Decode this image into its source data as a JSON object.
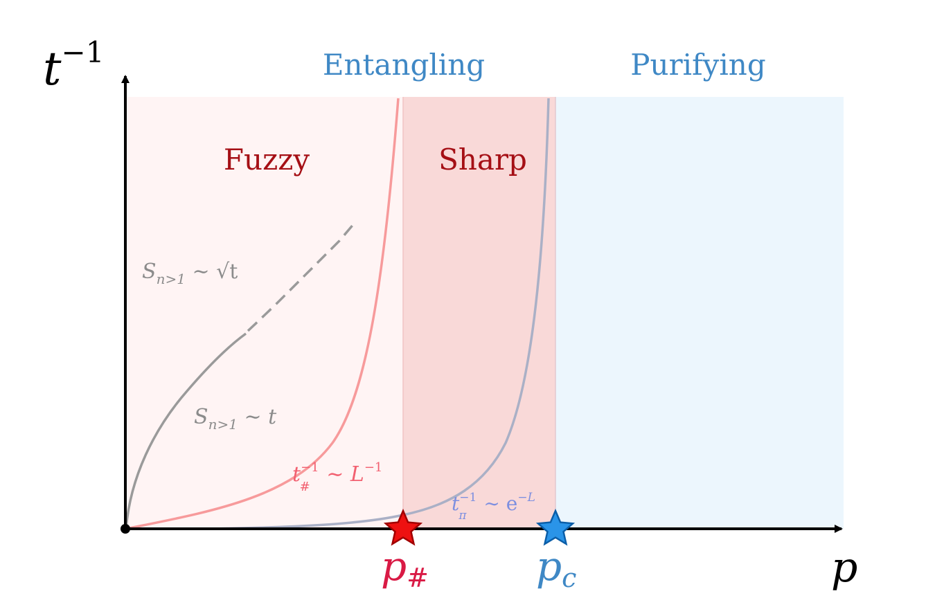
{
  "axes": {
    "y_label": "t",
    "y_label_sup": "−1",
    "x_label": "p"
  },
  "regions": {
    "entangling": "Entangling",
    "purifying": "Purifying",
    "fuzzy": "Fuzzy",
    "sharp": "Sharp"
  },
  "annotations": {
    "s_sqrt": {
      "base": "S",
      "sub": "n>1",
      "rel": " ∼ ",
      "rhs": "√t"
    },
    "s_linear": {
      "base": "S",
      "sub": "n>1",
      "rel": " ∼ ",
      "rhs": "t"
    },
    "t_hash": {
      "base": "t",
      "sup": "−1",
      "sub": "#",
      "rel": " ∼ ",
      "rhs": "L",
      "rhs_sup": "−1"
    },
    "t_pi": {
      "base": "t",
      "sup": "−1",
      "sub": "π",
      "rel": " ∼ ",
      "rhs": "e",
      "rhs_sup": "−L"
    }
  },
  "markers": {
    "p_hash": {
      "base": "p",
      "sub": "#"
    },
    "p_c": {
      "base": "p",
      "sub": "c"
    }
  },
  "colors": {
    "fuzzy_bg": "#fff4f4",
    "sharp_bg": "#f9d9d8",
    "purifying_bg": "#ecf6fd",
    "hash_curve": "#f79a9b",
    "pi_curve": "#a9a9c0",
    "s_curve": "#999999",
    "hash_marker": "#dd1111",
    "c_marker": "#1f7fd1",
    "region_label": "#a50f15",
    "phase_label": "#3f88c5",
    "hash_label": "#d91a45",
    "pi_label": "#7d8fe0",
    "gray_label": "#8b8b8b",
    "t_hash_label": "#f26070"
  }
}
